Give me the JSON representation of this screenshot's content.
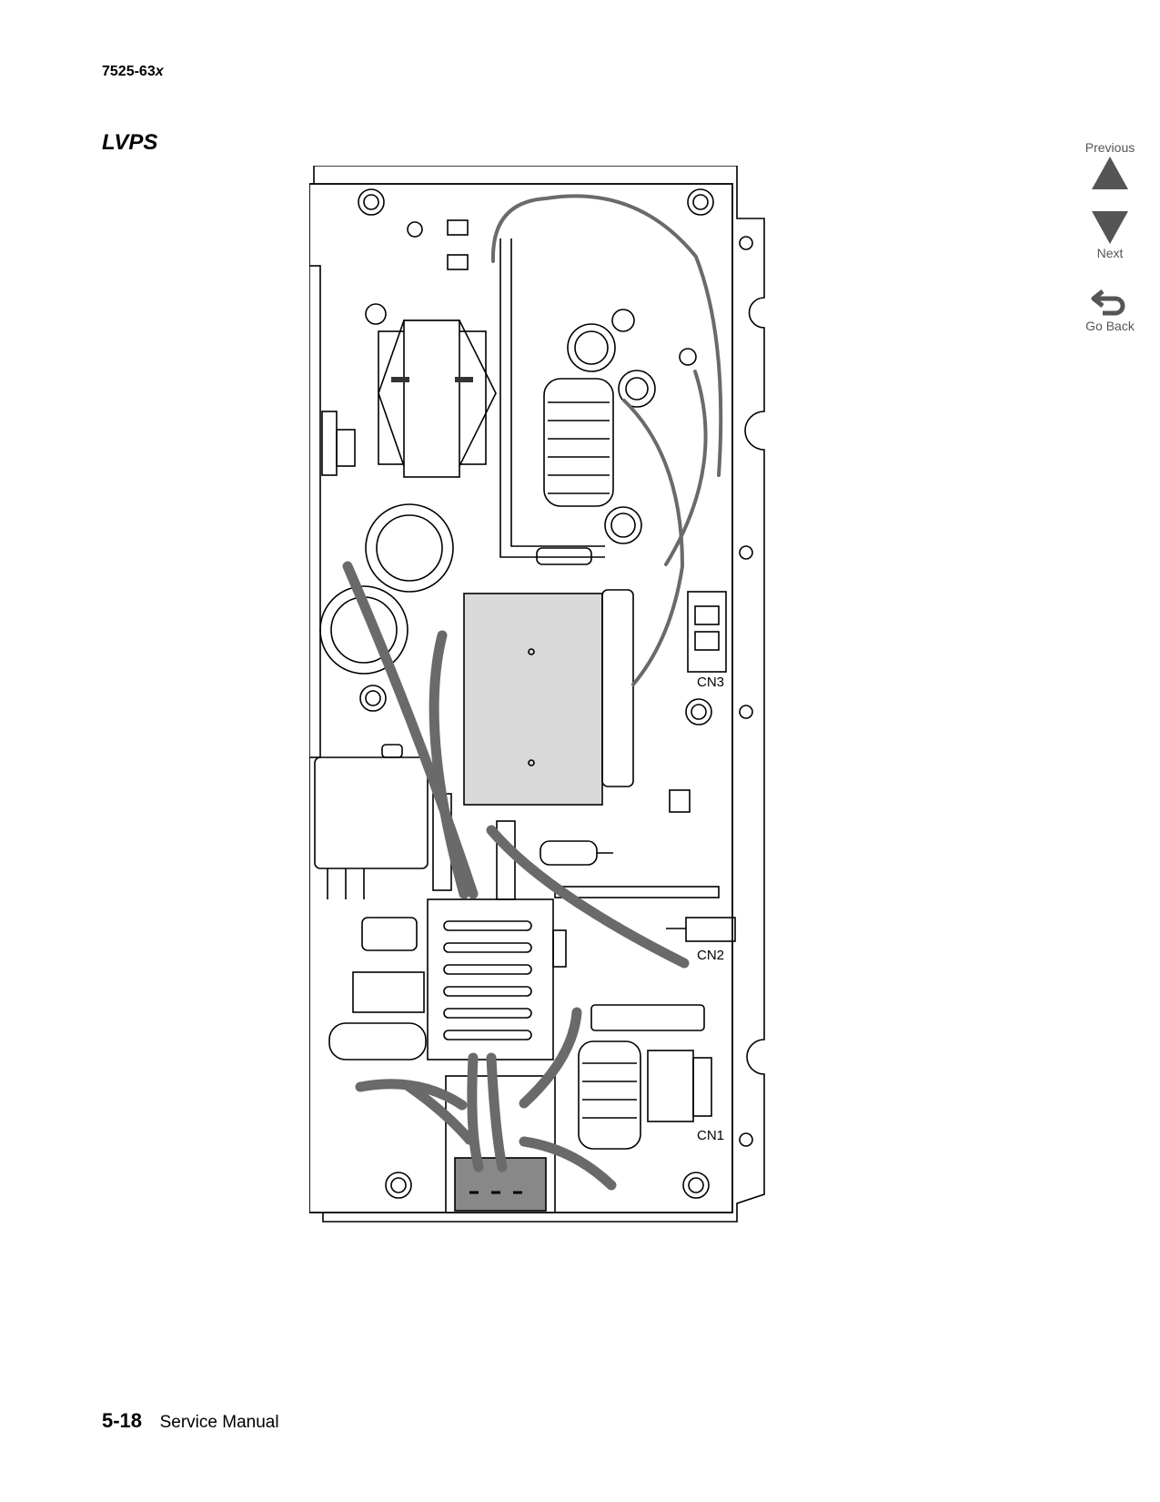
{
  "header": {
    "model_prefix": "7525-63",
    "model_suffix": "x",
    "section_title": "LVPS"
  },
  "nav": {
    "previous_label": "Previous",
    "next_label": "Next",
    "back_label": "Go Back"
  },
  "diagram": {
    "labels": {
      "cn1": "CN1",
      "cn2": "CN2",
      "cn3": "CN3"
    }
  },
  "footer": {
    "page_number": "5-18",
    "manual_title": "Service Manual"
  },
  "colors": {
    "nav_gray": "#555555",
    "cable_gray": "#6a6a6a",
    "heatsink_fill": "#d9d9d9"
  }
}
